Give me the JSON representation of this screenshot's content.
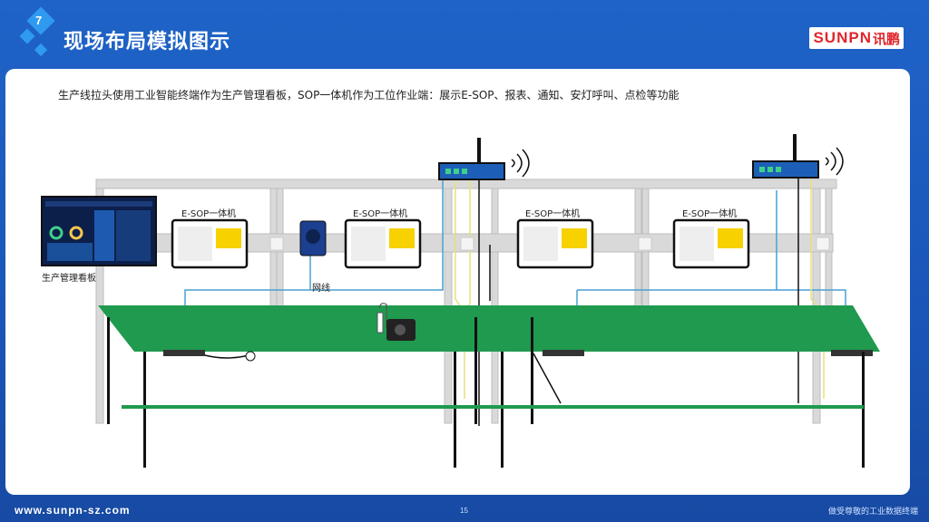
{
  "header": {
    "badge_number": "7",
    "title": "现场布局模拟图示",
    "brand_latin": "SUNPN",
    "brand_cn": "讯鹏",
    "brand_color": "#e0262c"
  },
  "description": "生产线拉头使用工业智能终端作为生产管理看板，SOP一体机作为工位作业端：展示E-SOP、报表、通知、安灯呼叫、点检等功能",
  "labels": {
    "board": "生产管理看板",
    "network": "网线",
    "sop": [
      "E-SOP一体机",
      "E-SOP一体机",
      "E-SOP一体机",
      "E-SOP一体机"
    ]
  },
  "colors": {
    "background": "#1a56b8",
    "table_green": "#1f9a4f",
    "network_cable": "#4a9fd4",
    "power_cable": "#e8e07a"
  },
  "footer": {
    "url": "www.sunpn-sz.com",
    "page": "15",
    "slogan": "做受尊敬的工业数据终端"
  }
}
